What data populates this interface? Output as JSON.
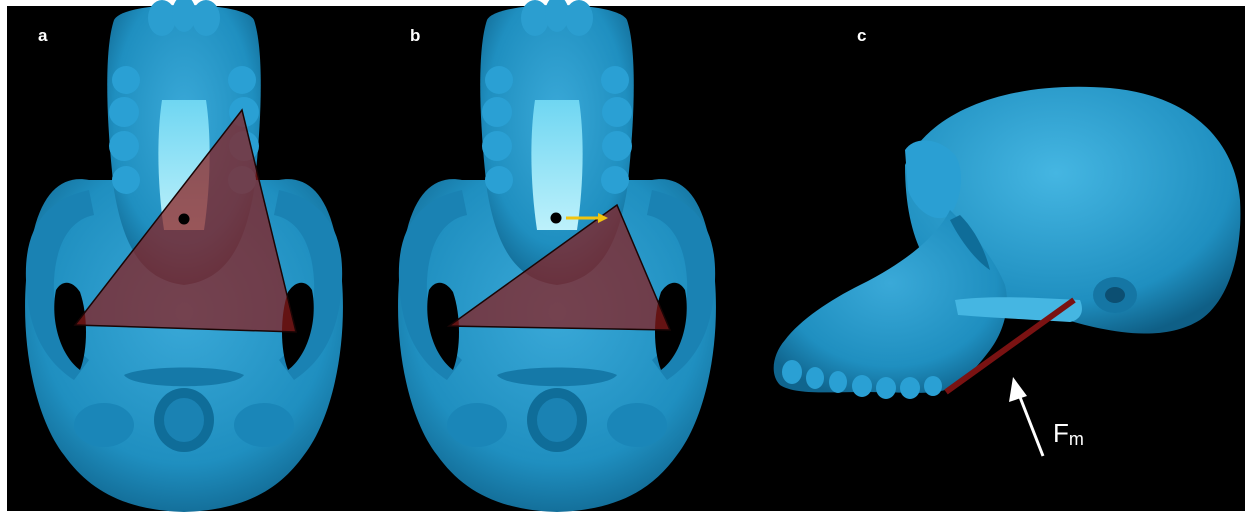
{
  "figure": {
    "background": "#000000",
    "skull_color": "#1f8fc0",
    "skull_highlight": "#66d0f0",
    "palate_highlight": "#9fe6f5",
    "triangle_fill": "#8b1a1a",
    "muscle_line": "#7a1212",
    "centroid_dot": "#000000",
    "shift_arrow": "#f2c40f",
    "force_arrow": "#ffffff",
    "label_color": "#ffffff"
  },
  "panels": [
    {
      "label": "a",
      "view": "basal"
    },
    {
      "label": "b",
      "view": "basal"
    },
    {
      "label": "c",
      "view": "lateral"
    }
  ],
  "force": {
    "label_main": "F",
    "label_sub": "m"
  }
}
